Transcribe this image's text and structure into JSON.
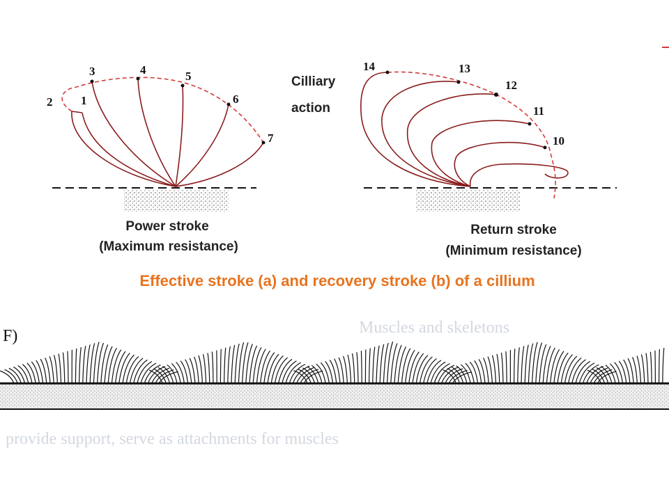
{
  "power_panel": {
    "labels": [
      "1",
      "2",
      "3",
      "4",
      "5",
      "6",
      "7"
    ],
    "title": "Power stroke",
    "subtitle": "(Maximum resistance)"
  },
  "return_panel": {
    "labels": [
      "10",
      "11",
      "12",
      "13",
      "14"
    ],
    "side_label_1": "Cilliary",
    "side_label_2": "action",
    "title": "Return stroke",
    "subtitle": "(Minimum resistance)"
  },
  "caption": "Effective stroke (a) and recovery stroke (b) of a cillium",
  "figure_letter": "F)",
  "background_text": {
    "line1": "Muscles and skeletons",
    "line2": "provide support, serve as attachments for muscles"
  },
  "colors": {
    "cilium_stroke": "#8a1c1c",
    "path_dashed": "#d23b3b",
    "caption": "#e8731f",
    "ground": "#111111",
    "ghost_text": "#d3d8e0"
  }
}
